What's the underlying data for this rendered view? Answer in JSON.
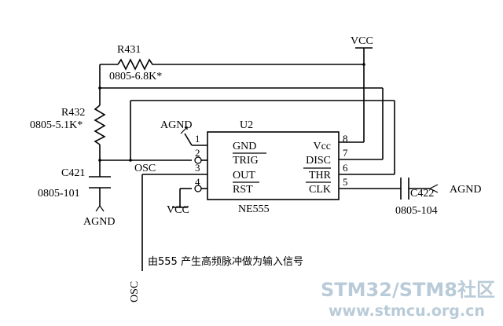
{
  "chip": {
    "ref": "U2",
    "part": "NE555",
    "pins": [
      {
        "num": "1",
        "name": "GND"
      },
      {
        "num": "2",
        "name": "TRIG"
      },
      {
        "num": "3",
        "name": "OUT"
      },
      {
        "num": "4",
        "name": "RST"
      },
      {
        "num": "5",
        "name": "CLK"
      },
      {
        "num": "6",
        "name": "THR"
      },
      {
        "num": "7",
        "name": "DISC"
      },
      {
        "num": "8",
        "name": "Vcc"
      }
    ]
  },
  "components": {
    "r431": {
      "ref": "R431",
      "value": "0805-6.8K*"
    },
    "r432": {
      "ref": "R432",
      "value": "0805-5.1K*"
    },
    "c421": {
      "ref": "C421",
      "value": "0805-101"
    },
    "c422": {
      "ref": "C422",
      "value": "0805-104"
    }
  },
  "nets": {
    "vcc_top": "VCC",
    "vcc_rst": "VCC",
    "agnd_pin1": "AGND",
    "agnd_c421": "AGND",
    "agnd_c422": "AGND",
    "osc_out": "OSC",
    "osc_line": "OSC"
  },
  "caption": "由555 产生高频脉冲做为输入信号",
  "watermark": {
    "line1": "STM32/STM8社区",
    "line2": "www.stmcu.org.cn"
  }
}
